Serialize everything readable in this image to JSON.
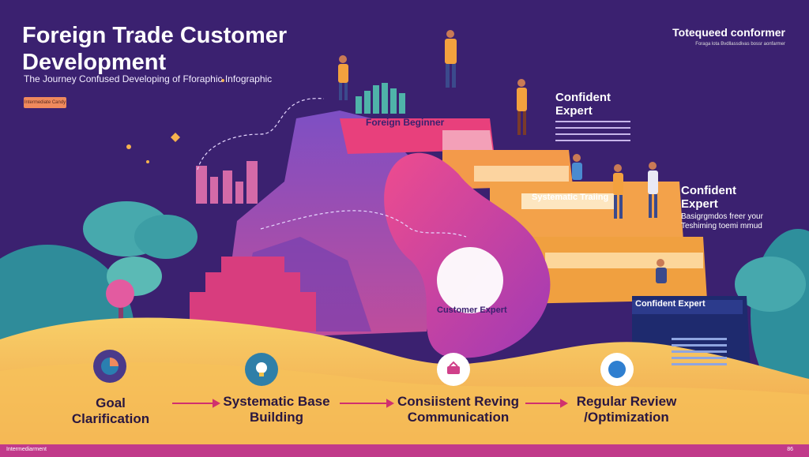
{
  "header": {
    "title": "Foreign Trade Customer Development",
    "subtitle": "The Journey Confused Developing of Fforaphic Infographic",
    "tag": "Intermediate Candy",
    "brand": "Totequeed conformer",
    "brand_sub": "Foraga lota Bvdllassdivas bossr aonfarmer"
  },
  "stages": {
    "foreign_beginner": "Foreign Beginner",
    "confident_expert_top": "Confident Expert",
    "systematic_training": "Systematic Traiing",
    "confident_expert_mid": "Confident Expert",
    "confident_expert_mid_desc": "Basigrgmdos freer your Teshiming toemi mmud",
    "customer_expert": "Customer Expert",
    "confident_expert_low": "Confident Expert"
  },
  "steps": [
    {
      "label": "Goal Clarification",
      "icon": "pie-chart-icon"
    },
    {
      "label": "Systematic Base Building",
      "icon": "bulb-icon"
    },
    {
      "label": "Consiistent Reving Communication",
      "icon": "basket-icon"
    },
    {
      "label": "Regular Review /Optimization",
      "icon": "compass-icon"
    }
  ],
  "footer": {
    "left": "Intermediarment",
    "right": "86"
  },
  "colors": {
    "background": "#3b2170",
    "pink": "#e0408a",
    "orange": "#f39a4a",
    "sand": "#f5c15a",
    "teal": "#3aa5a8",
    "navy": "#1e2a6e"
  }
}
